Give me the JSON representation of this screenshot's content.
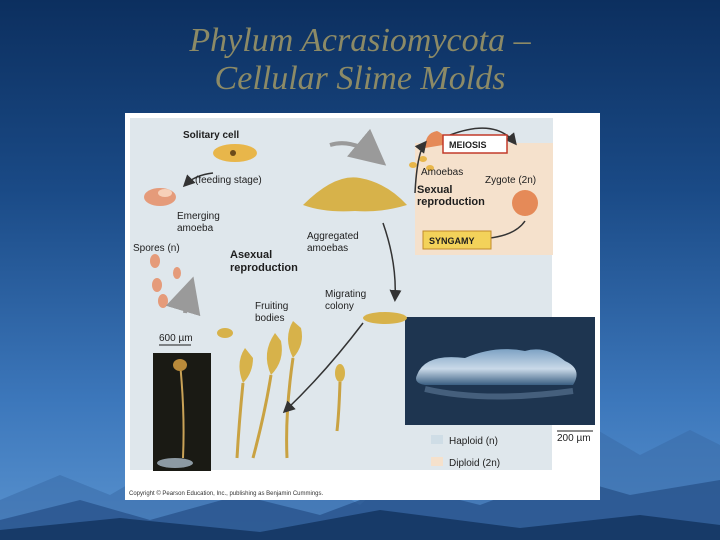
{
  "slide": {
    "title_line1": "Phylum Acrasiomycota –",
    "title_line2": "Cellular Slime Molds"
  },
  "figure": {
    "labels": {
      "solitary_cell": "Solitary cell",
      "feeding_stage": "(feeding stage)",
      "emerging_amoeba_1": "Emerging",
      "emerging_amoeba_2": "amoeba",
      "spores": "Spores (n)",
      "asexual_1": "Asexual",
      "asexual_2": "reproduction",
      "aggregated_1": "Aggregated",
      "aggregated_2": "amoebas",
      "fruiting_1": "Fruiting",
      "fruiting_2": "bodies",
      "migrating_1": "Migrating",
      "migrating_2": "colony",
      "amoebas": "Amoebas",
      "sexual_1": "Sexual",
      "sexual_2": "reproduction",
      "zygote": "Zygote (2n)",
      "meiosis": "MEIOSIS",
      "syngamy": "SYNGAMY",
      "scale_600": "600 µm",
      "scale_200": "200 µm"
    },
    "legend": [
      {
        "label": "Haploid (n)",
        "color": "#cfdde6"
      },
      {
        "label": "Diploid (2n)",
        "color": "#f5e1cc"
      }
    ],
    "copyright": "Copyright © Pearson Education, Inc., publishing as Benjamin Cummings."
  },
  "colors": {
    "haploid_bg": "#dfe7ec",
    "diploid_bg": "#f5e1cc",
    "organism": "#d4a33a",
    "arrow": "#333333",
    "title": "#8c8a66"
  }
}
